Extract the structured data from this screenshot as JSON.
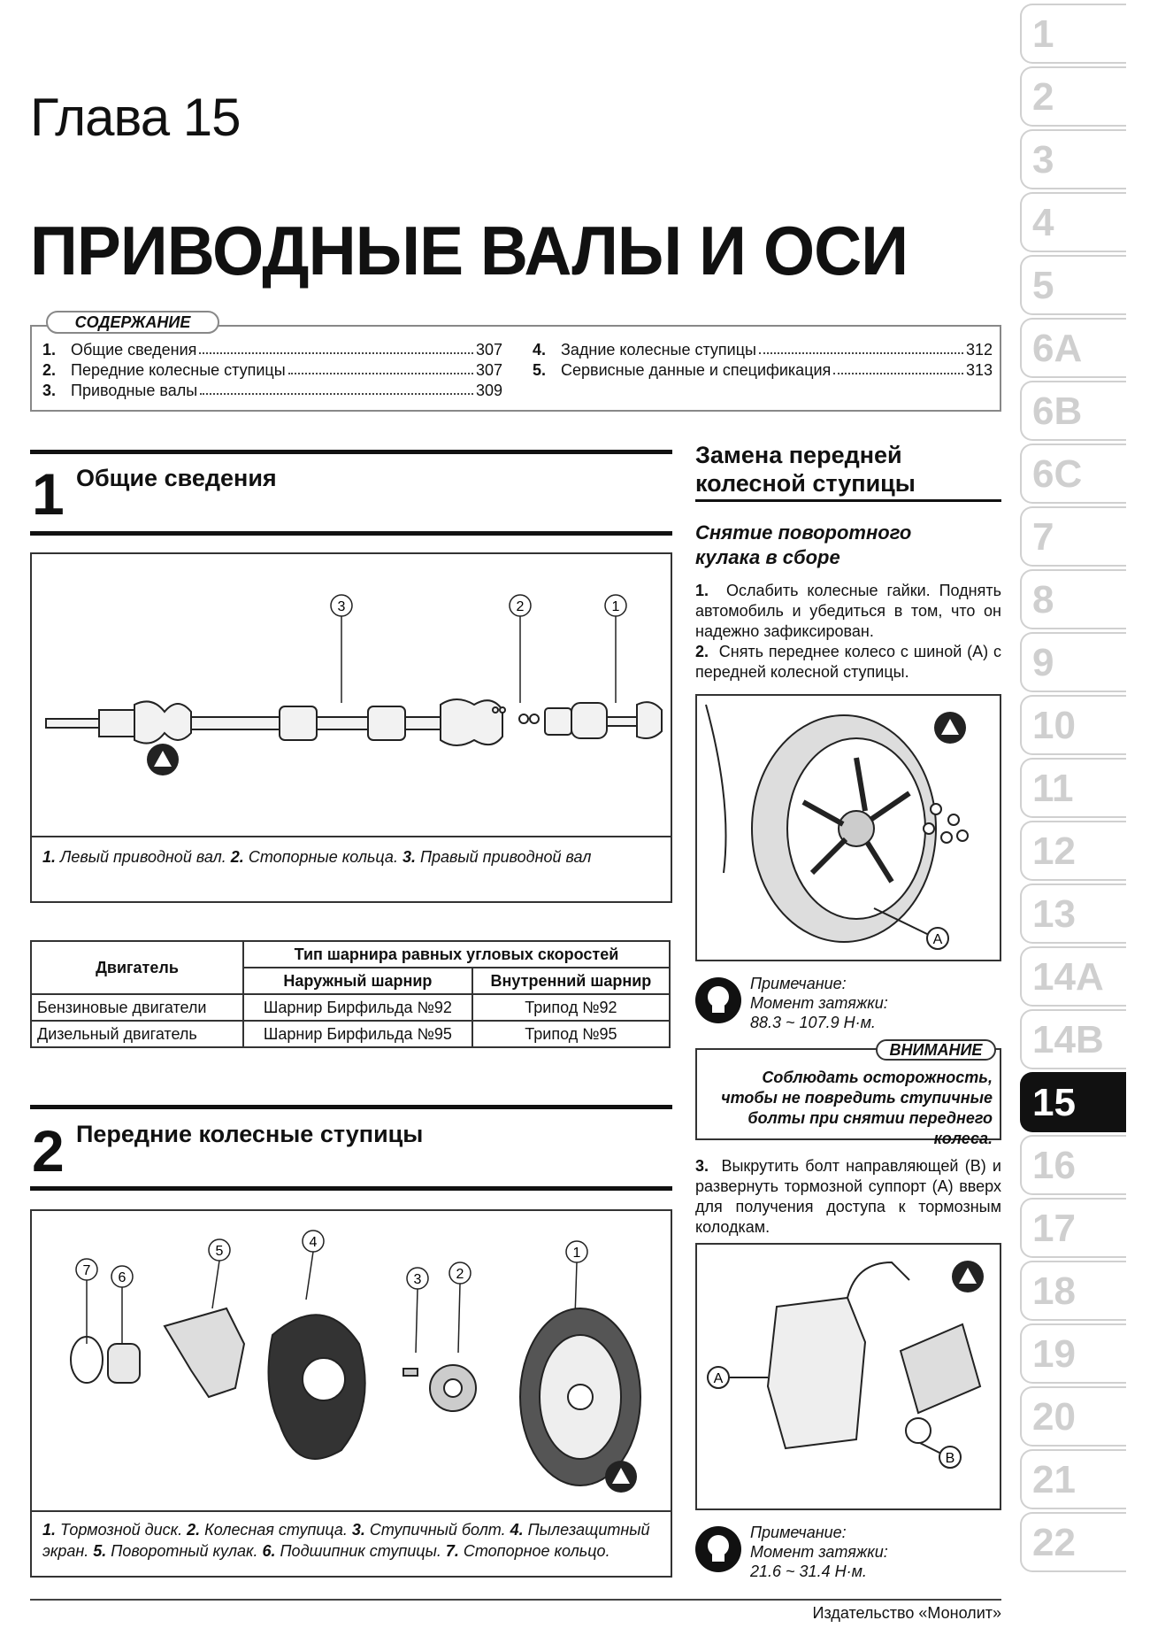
{
  "header": {
    "chapter": "Глава 15",
    "title": "ПРИВОДНЫЕ ВАЛЫ И ОСИ"
  },
  "toc": {
    "label": "СОДЕРЖАНИЕ",
    "items": [
      {
        "num": "1.",
        "text": "Общие сведения",
        "page": "307"
      },
      {
        "num": "2.",
        "text": "Передние колесные ступицы",
        "page": "307"
      },
      {
        "num": "3.",
        "text": "Приводные валы",
        "page": "309"
      },
      {
        "num": "4.",
        "text": "Задние колесные ступицы",
        "page": "312"
      },
      {
        "num": "5.",
        "text": "Сервисные данные и спецификация",
        "page": "313"
      }
    ]
  },
  "tabs": [
    "1",
    "2",
    "3",
    "4",
    "5",
    "6A",
    "6B",
    "6C",
    "7",
    "8",
    "9",
    "10",
    "11",
    "12",
    "13",
    "14A",
    "14B",
    "15",
    "16",
    "17",
    "18",
    "19",
    "20",
    "21",
    "22"
  ],
  "active_tab": "15",
  "section1": {
    "number": "1",
    "title": "Общие сведения",
    "figure_callouts": [
      "1",
      "2",
      "3"
    ],
    "caption": [
      {
        "b": "1.",
        "t": " Левый приводной вал. "
      },
      {
        "b": "2.",
        "t": " Стопорные кольца. "
      },
      {
        "b": "3.",
        "t": " Правый приводной вал"
      }
    ]
  },
  "table": {
    "col1": "Двигатель",
    "group": "Тип шарнира равных угловых скоростей",
    "col2": "Наружный шарнир",
    "col3": "Внутренний шарнир",
    "rows": [
      [
        "Бензиновые двигатели",
        "Шарнир Бирфильда №92",
        "Трипод №92"
      ],
      [
        "Дизельный двигатель",
        "Шарнир Бирфильда №95",
        "Трипод №95"
      ]
    ]
  },
  "section2": {
    "number": "2",
    "title": "Передние колесные ступицы",
    "figure_callouts": [
      "1",
      "2",
      "3",
      "4",
      "5",
      "6",
      "7"
    ],
    "caption_line1": [
      {
        "b": "1.",
        "t": " Тормозной диск. "
      },
      {
        "b": "2.",
        "t": " Колесная ступица. "
      },
      {
        "b": "3.",
        "t": " Ступичный болт. "
      },
      {
        "b": "4.",
        "t": " Пылезащитный"
      }
    ],
    "caption_line2": [
      {
        "b": "",
        "t": "экран. "
      },
      {
        "b": "5.",
        "t": " Поворотный кулак. "
      },
      {
        "b": "6.",
        "t": " Подшипник ступицы. "
      },
      {
        "b": "7.",
        "t": " Стопорное кольцо."
      }
    ]
  },
  "right": {
    "heading": [
      "Замена передней",
      "колесной ступицы"
    ],
    "subheading": [
      "Снятие поворотного",
      "кулака в сборе"
    ],
    "step1_num": "1.",
    "step1": "Ослабить колесные гайки. Поднять автомобиль и убедиться в том, что он надежно зафиксирован.",
    "step2_num": "2.",
    "step2": "Снять переднее колесо с шиной (A) с передней колесной ступицы.",
    "fig1_label": "A",
    "note1": [
      "Примечание:",
      "Момент затяжки:",
      "88.3 ~ 107.9 Н·м."
    ],
    "warning_label": "ВНИМАНИЕ",
    "warning_text": "Соблюдать осторожность, чтобы не повредить ступичные болты при снятии переднего колеса.",
    "step3_num": "3.",
    "step3": "Выкрутить болт направляющей (B) и развернуть тормозной суппорт (A) вверх для получения доступа к тормозным колодкам.",
    "fig2_label_a": "A",
    "fig2_label_b": "B",
    "note2": [
      "Примечание:",
      "Момент затяжки:",
      "21.6 ~ 31.4 Н·м."
    ]
  },
  "footer": {
    "publisher": "Издательство «Монолит»"
  }
}
